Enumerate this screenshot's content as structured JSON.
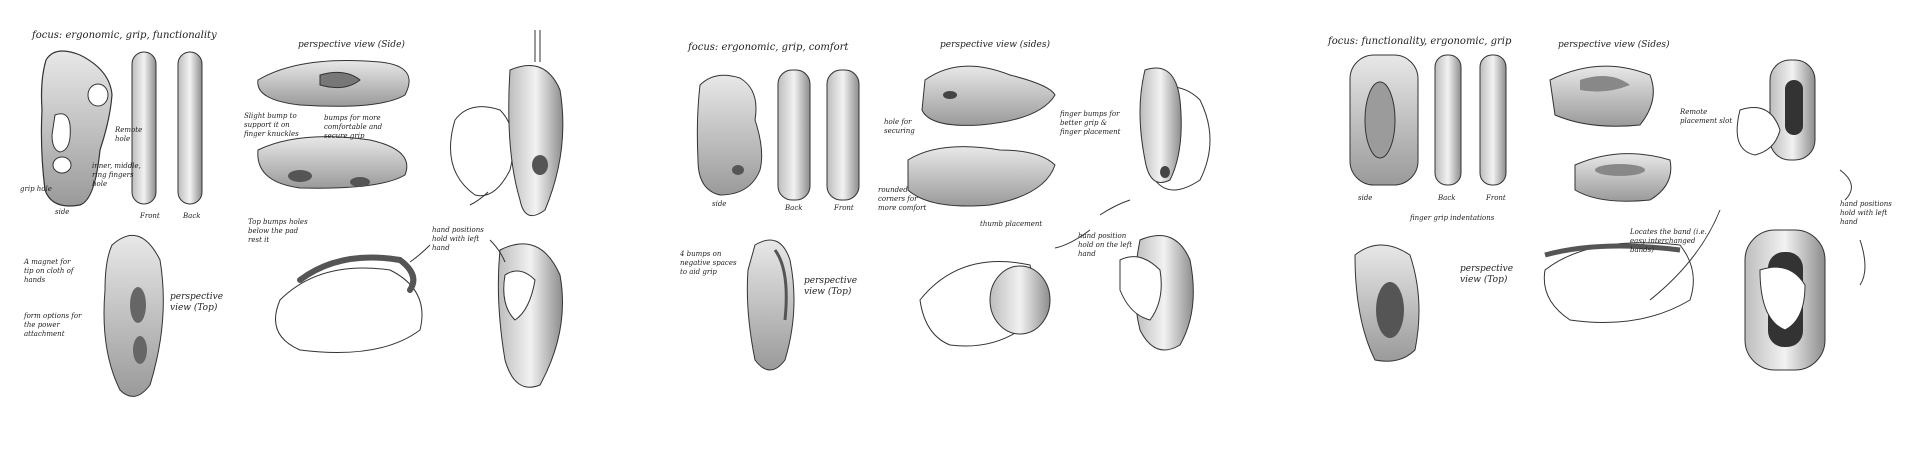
{
  "panels": [
    {
      "focus": "focus: ergonomic, grip, functionality",
      "labels": {
        "side": "side",
        "front": "Front",
        "back": "Back",
        "perspective_side": "perspective view (Side)",
        "perspective_top": "perspective view (Top)",
        "remote_hole": "Remote hole",
        "grip_hole": "grip hole",
        "inner_handle": "inner, middle, ring fingers hole",
        "slight_bump": "Slight bump to support it on finger knuckles",
        "bumps_comfortable": "bumps for more comfortable and secure grip",
        "top_bumps": "Top bumps holes below the pad rest it",
        "magnet": "A magnet for tip on cloth of hands",
        "form_options": "form options for the power attachment",
        "hand_positions": "hand positions hold with left hand"
      }
    },
    {
      "focus": "focus: ergonomic, grip, comfort",
      "labels": {
        "side": "side",
        "back": "Back",
        "front": "Front",
        "perspective_sides": "perspective view (sides)",
        "perspective_top": "perspective view (Top)",
        "hole_securing": "hole for securing",
        "finger_bumps": "finger bumps for better grip & finger placement",
        "rounded_corners": "rounded corners for more comfort",
        "thumb_placement": "thumb placement",
        "bumps_negative": "4 bumps on negative spaces to aid grip",
        "hand_positions": "hand position hold on the left hand"
      }
    },
    {
      "focus": "focus: functionality, ergonomic, grip",
      "labels": {
        "side": "side",
        "back": "Back",
        "front": "Front",
        "perspective_sides": "perspective view (Sides)",
        "perspective_top": "perspective view (Top)",
        "finger_grip": "finger grip indentations",
        "remote_placement": "Remote placement slot",
        "locates_band": "Locates the band (i.e. easy interchanged bands)",
        "hand_positions": "hand positions hold with left hand"
      }
    }
  ]
}
